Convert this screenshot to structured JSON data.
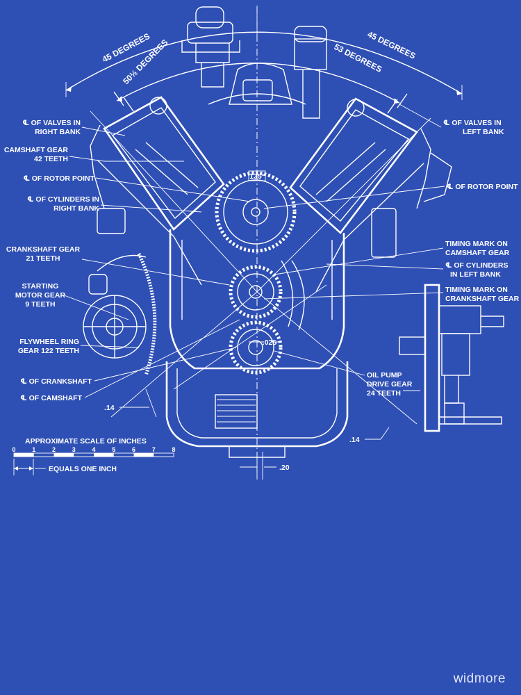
{
  "angles": {
    "top_left": "45 DEGREES",
    "top_right": "45 DEGREES",
    "left_inner": "50½ DEGREES",
    "right_inner": "53 DEGREES"
  },
  "labels_left": [
    [
      "℄ OF VALVES IN",
      "RIGHT BANK"
    ],
    [
      "CAMSHAFT GEAR",
      "42 TEETH"
    ],
    [
      "℄ OF ROTOR POINT"
    ],
    [
      "℄ OF CYLINDERS IN",
      "RIGHT BANK"
    ],
    [
      "CRANKSHAFT GEAR",
      "21 TEETH"
    ],
    [
      "STARTING",
      "MOTOR GEAR",
      "9 TEETH"
    ],
    [
      "FLYWHEEL RING",
      "GEAR 122 TEETH"
    ],
    [
      "℄ OF CRANKSHAFT"
    ],
    [
      "℄ OF CAMSHAFT"
    ]
  ],
  "labels_right": [
    [
      "℄ OF VALVES IN",
      "LEFT BANK"
    ],
    [
      "℄ OF ROTOR POINT"
    ],
    [
      "TIMING MARK ON",
      "CAMSHAFT GEAR"
    ],
    [
      "℄ OF CYLINDERS",
      "IN LEFT BANK"
    ],
    [
      "TIMING MARK ON",
      "CRANKSHAFT GEAR"
    ],
    [
      "OIL PUMP",
      "DRIVE GEAR",
      "24 TEETH"
    ]
  ],
  "dimensions": {
    "angle_135": "135°",
    "dim_025": ".025",
    "dim_14_left": ".14",
    "dim_14_right": ".14",
    "dim_20": ".20"
  },
  "scale": {
    "title": "APPROXIMATE  SCALE  OF  INCHES",
    "ticks": [
      "0",
      "1",
      "2",
      "3",
      "4",
      "5",
      "6",
      "7",
      "8"
    ],
    "caption": "EQUALS ONE INCH"
  },
  "watermark": "widmore",
  "colors": {
    "background": "#2e4fb4",
    "ink": "#ffffff"
  }
}
